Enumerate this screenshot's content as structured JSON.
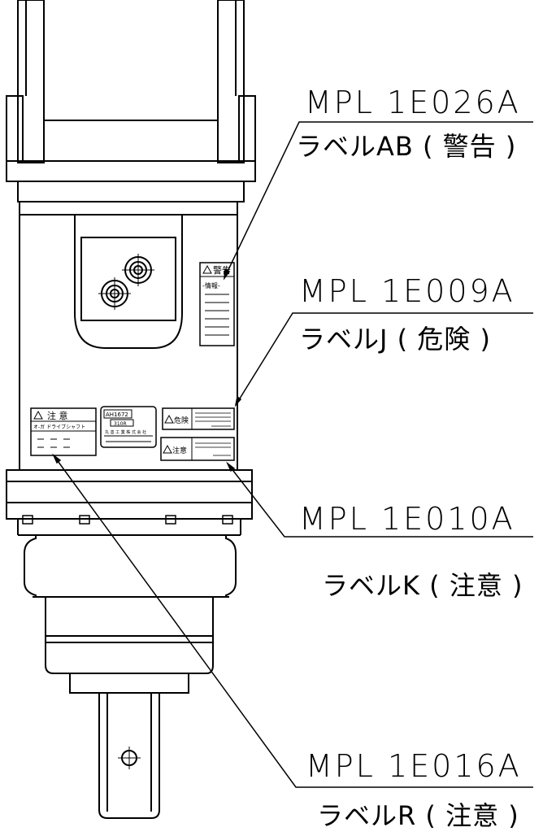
{
  "callouts": [
    {
      "code": "MPL 1E026A",
      "name": "ラベルAB ( 警告 )"
    },
    {
      "code": "MPL 1E009A",
      "name": "ラベルJ ( 危険 )"
    },
    {
      "code": "MPL 1E010A",
      "name": "ラベルK ( 注意 )"
    },
    {
      "code": "MPL 1E016A",
      "name": "ラベルR ( 注意 )"
    }
  ],
  "decals": {
    "warning": {
      "title": "警告",
      "subtitle": "-情報-"
    },
    "danger": {
      "title": "危険"
    },
    "caution_k": {
      "title": "注意"
    },
    "caution_r": {
      "title": "注 意",
      "subtitle": "オ-ガ ドライブシャフト"
    },
    "nameplate": {
      "line1": "AH1672",
      "line2": "310R",
      "line3": "丸 善 工 業 株 式 会 社"
    }
  },
  "colors": {
    "line": "#000000",
    "background": "#ffffff"
  }
}
